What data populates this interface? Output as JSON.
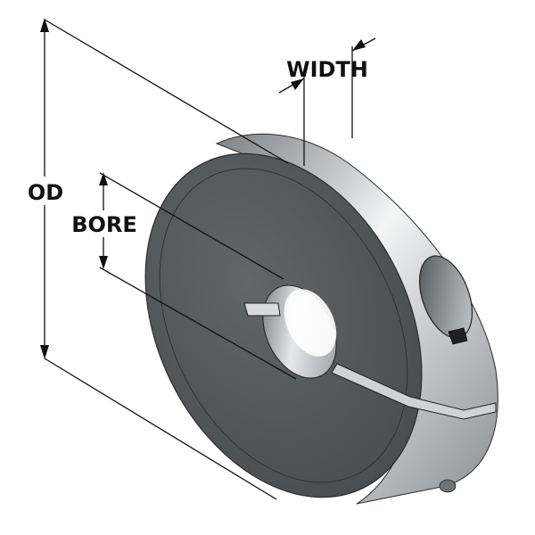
{
  "labels": {
    "od": "OD",
    "bore": "BORE",
    "width": "WIDTH"
  },
  "colors": {
    "face": "#555a5e",
    "face_dark": "#3c4043",
    "steel_light": "#f2f3f3",
    "steel_mid": "#a9aeb2",
    "steel_dark": "#6b7074",
    "ink": "#111111"
  }
}
